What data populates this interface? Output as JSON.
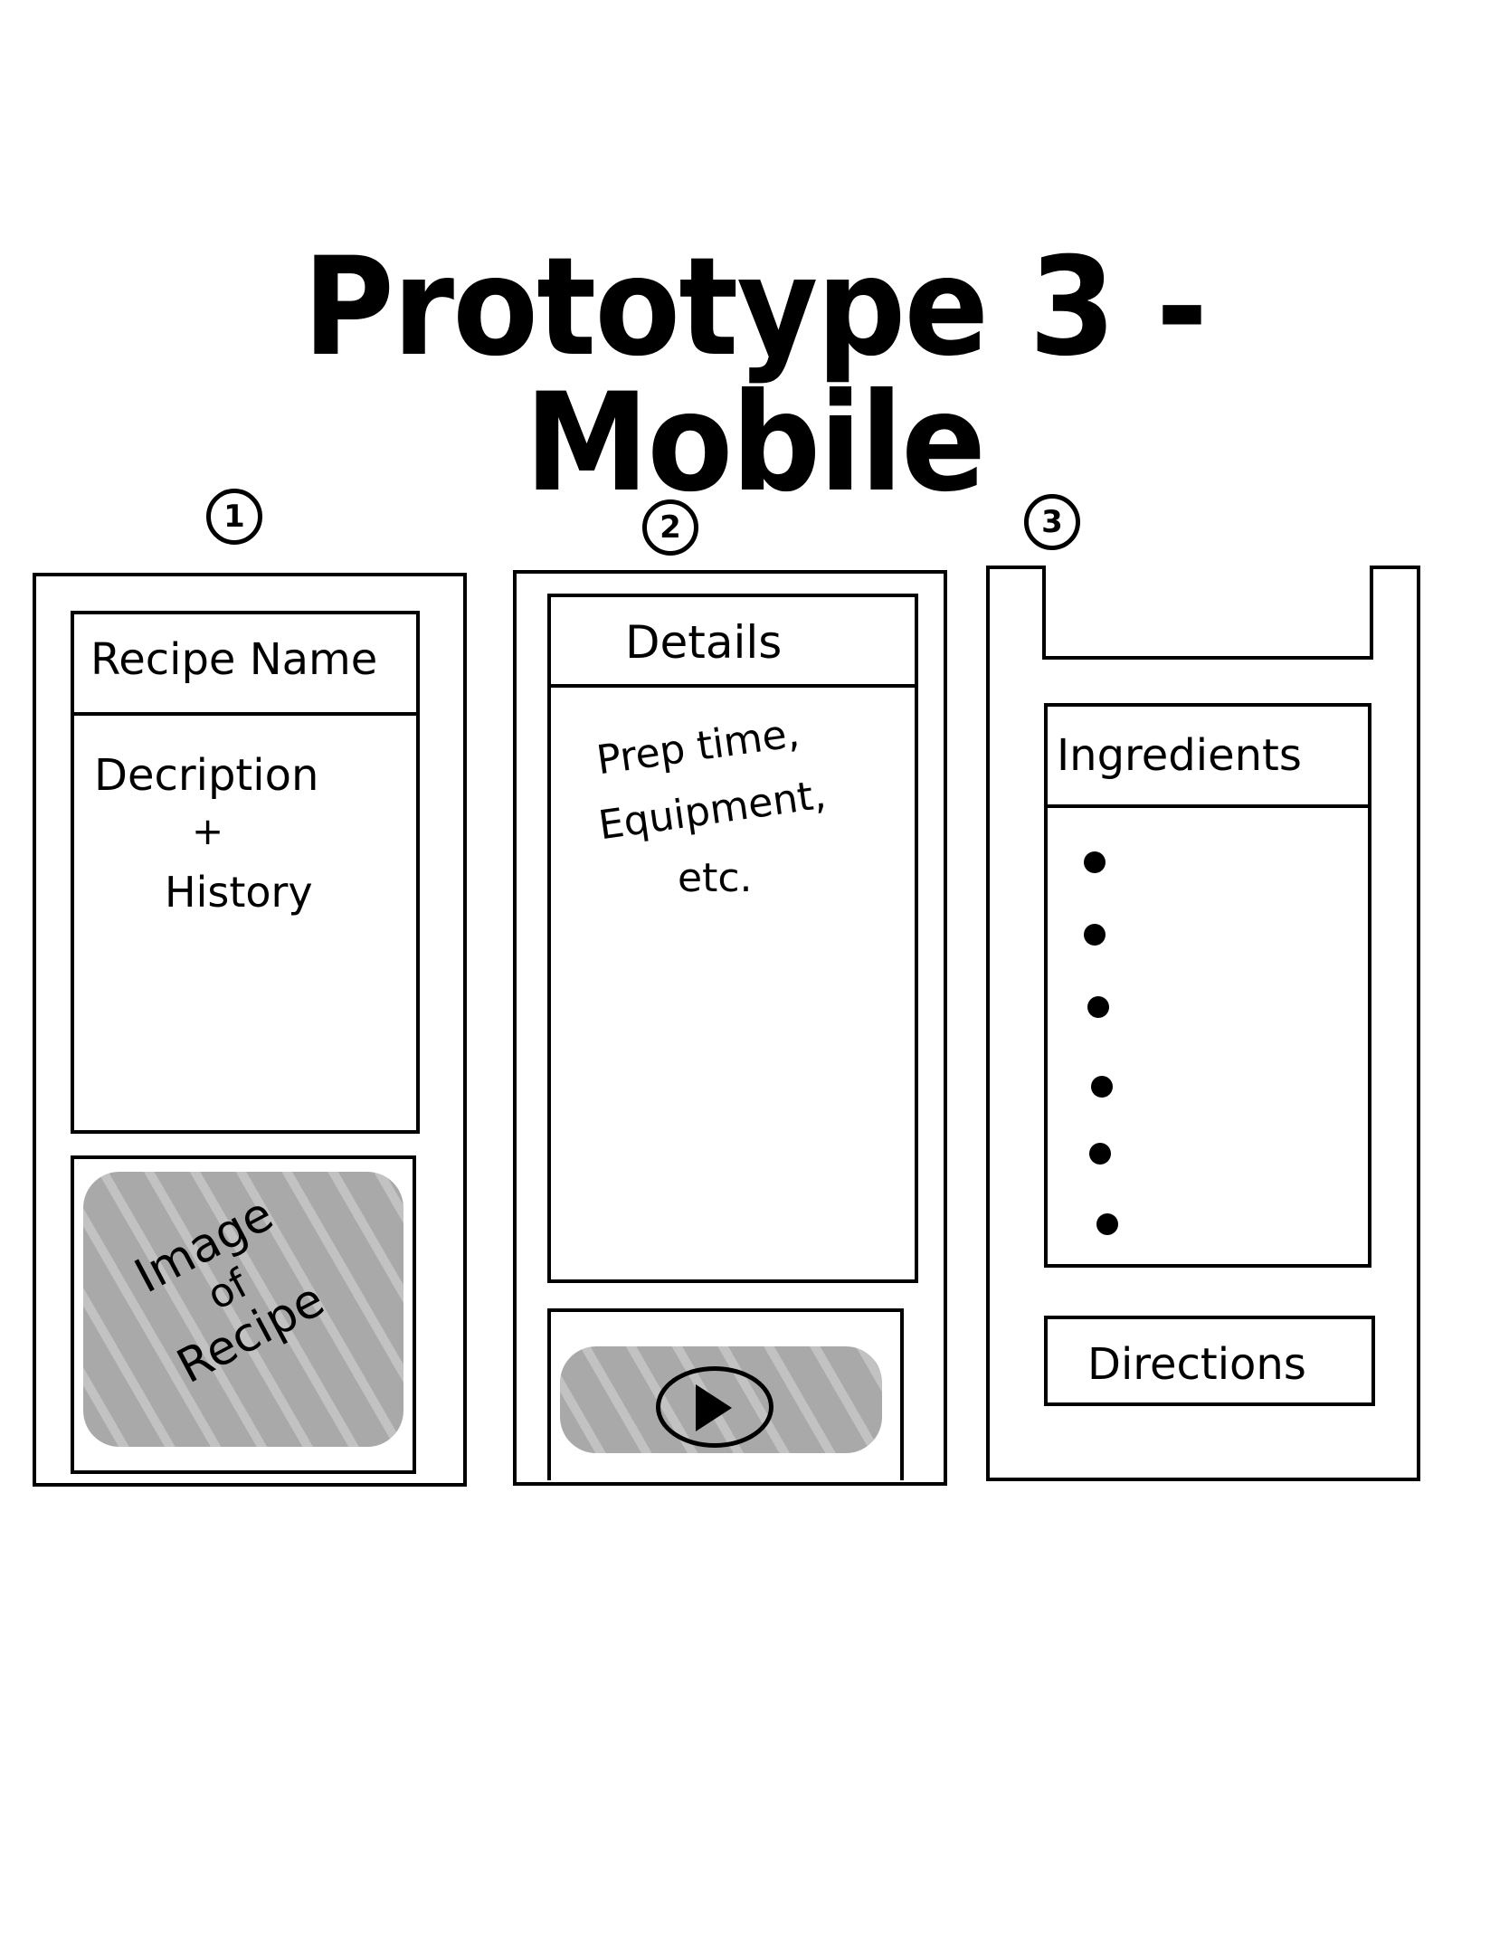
{
  "title": "Prototype 3 - Mobile",
  "screens": [
    {
      "number": "1",
      "header": "Recipe Name",
      "body_lines": [
        "Decription",
        "+",
        "History"
      ],
      "image_label": [
        "Image",
        "of",
        "Recipe"
      ]
    },
    {
      "number": "2",
      "header": "Details",
      "body_lines": [
        "Prep time,",
        "Equipment,",
        "etc."
      ]
    },
    {
      "number": "3",
      "header": "Ingredients",
      "bullet_count": 6,
      "footer": "Directions"
    }
  ]
}
